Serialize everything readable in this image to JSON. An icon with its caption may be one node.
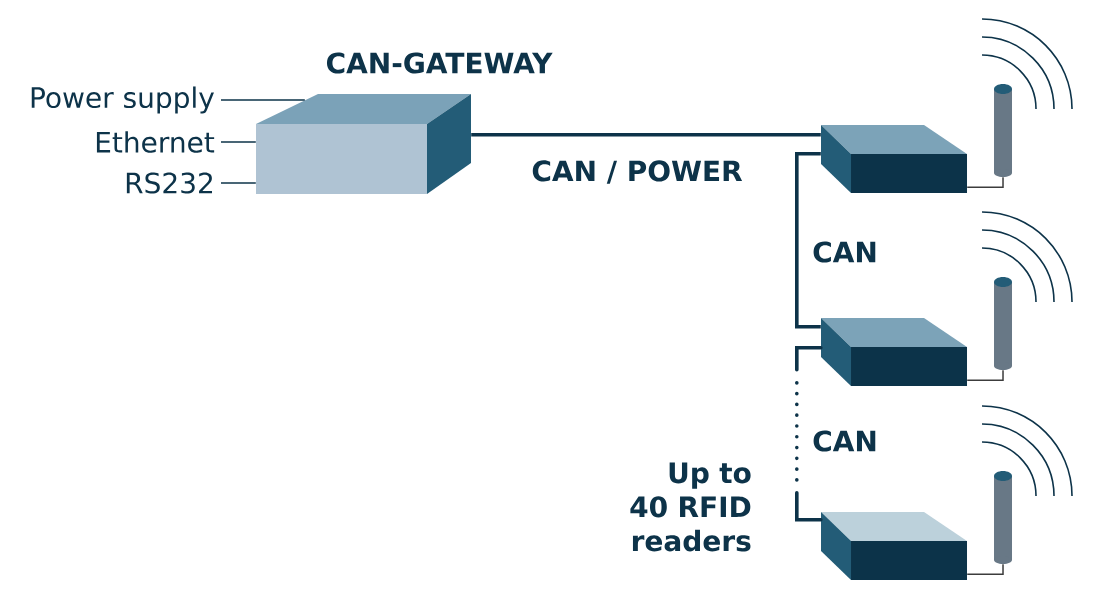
{
  "diagram": {
    "nodes": [
      {
        "text": [
          "CAN-GATEWAY"
        ]
      },
      {
        "text": [
          "Power supply"
        ]
      },
      {
        "text": [
          "Ethernet"
        ]
      },
      {
        "text": [
          "RS232"
        ]
      },
      {
        "text": [],
        "shape": "box"
      },
      {
        "text": [],
        "shape": "box"
      },
      {
        "text": [],
        "shape": "box"
      },
      {
        "text": [],
        "shape": "cylinder"
      },
      {
        "text": [],
        "shape": "cylinder"
      },
      {
        "text": [],
        "shape": "cylinder"
      }
    ],
    "edges": [
      {
        "from": 1,
        "to": 0,
        "arrow": "none"
      },
      {
        "from": 2,
        "to": 0,
        "arrow": "none"
      },
      {
        "from": 3,
        "to": 0,
        "arrow": "none"
      },
      {
        "from": 0,
        "to": 4,
        "arrow": "none",
        "label": "CAN / POWER",
        "style": "thick"
      },
      {
        "from": 4,
        "to": 5,
        "arrow": "none",
        "label": "CAN",
        "style": "thick"
      },
      {
        "from": 5,
        "to": 6,
        "arrow": "none",
        "label": "CAN",
        "style": "dashed"
      },
      {
        "from": 4,
        "to": 7,
        "arrow": "none",
        "color": "#3c3c3c"
      },
      {
        "from": 5,
        "to": 8,
        "arrow": "none",
        "color": "#3c3c3c"
      },
      {
        "from": 6,
        "to": 9,
        "arrow": "none",
        "color": "#3c3c3c"
      }
    ],
    "labels": [
      "Up to 40 RFID readers"
    ]
  }
}
